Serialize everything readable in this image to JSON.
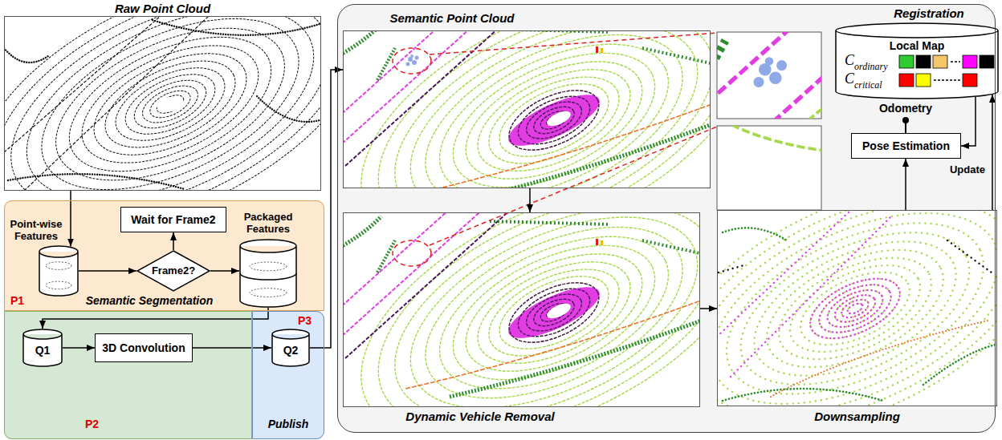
{
  "diagram": {
    "nodes": [
      {
        "text": [
          "Raw Point Cloud"
        ]
      },
      {
        "text": [
          "Semantic Segmentation",
          "P1"
        ]
      },
      {
        "text": [
          "Point-wise Features"
        ],
        "in": 1
      },
      {
        "text": [
          "Wait for Frame2"
        ],
        "in": 1
      },
      {
        "text": [
          "Frame2?"
        ],
        "in": 1
      },
      {
        "text": [
          "Packaged Features"
        ],
        "in": 1
      },
      {
        "text": [
          "P2"
        ]
      },
      {
        "text": [
          "Q1"
        ],
        "in": 6
      },
      {
        "text": [
          "3D Convolution"
        ],
        "in": 6
      },
      {
        "text": [
          "Publish",
          "P3"
        ]
      },
      {
        "text": [
          "Q2"
        ],
        "in": 9
      },
      {
        "text": [
          "Registration"
        ]
      },
      {
        "text": [
          "Semantic Point Cloud"
        ],
        "in": 11
      },
      {
        "text": [
          "Local Map",
          "C",
          "ordinary",
          "C",
          "critical"
        ],
        "in": 11
      },
      {
        "text": [
          "Pose Estimation"
        ],
        "in": 11
      },
      {
        "text": [
          "Dynamic Vehicle Removal"
        ],
        "in": 11
      },
      {
        "text": [
          "Downsampling"
        ],
        "in": 11
      }
    ],
    "edges": [
      {
        "from": 0,
        "to": 2,
        "arrow": "to"
      },
      {
        "from": 2,
        "to": 4,
        "arrow": "to"
      },
      {
        "from": 4,
        "to": 3,
        "arrow": "to"
      },
      {
        "from": 4,
        "to": 5,
        "arrow": "to"
      },
      {
        "from": 5,
        "to": 7,
        "arrow": "to"
      },
      {
        "from": 7,
        "to": 8,
        "arrow": "to"
      },
      {
        "from": 8,
        "to": 10,
        "arrow": "to"
      },
      {
        "from": 10,
        "to": 12,
        "arrow": "to"
      },
      {
        "from": 12,
        "to": 15,
        "arrow": "to"
      },
      {
        "from": 15,
        "to": 16,
        "arrow": "to"
      },
      {
        "from": 16,
        "to": 14,
        "arrow": "to"
      },
      {
        "from": 13,
        "to": 14,
        "arrow": "to"
      },
      {
        "from": 16,
        "to": 13,
        "label": "Update",
        "arrow": "to"
      }
    ],
    "labels": [
      "Odometry"
    ]
  }
}
